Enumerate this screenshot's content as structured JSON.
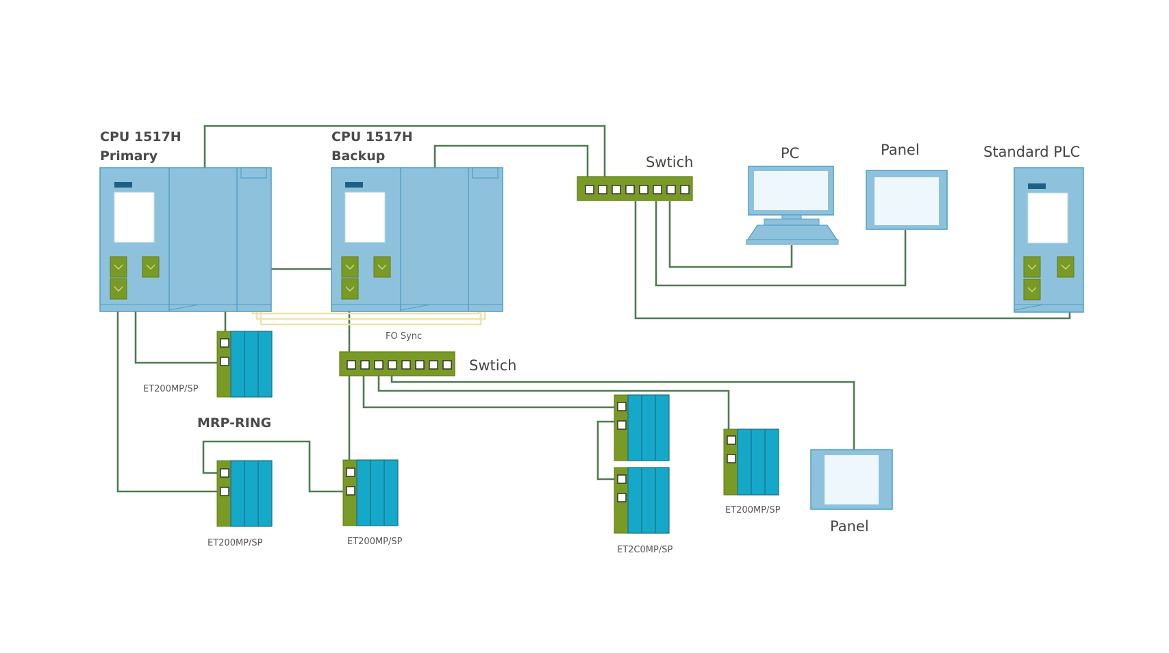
{
  "labels": {
    "cpu_primary_line1": "CPU 1517H",
    "cpu_primary_line2": "Primary",
    "cpu_backup_line1": "CPU 1517H",
    "cpu_backup_line2": "Backup",
    "switch_top": "Swtich",
    "switch_mid": "Swtich",
    "pc": "PC",
    "panel_top": "Panel",
    "panel_bottom": "Panel",
    "standard_plc": "Standard PLC",
    "fo_sync": "FO Sync",
    "mrp_ring": "MRP-RING",
    "io_1": "ET200MP/SP",
    "io_2": "ET200MP/SP",
    "io_3": "ET200MP/SP",
    "io_4": "ET2C0MP/SP",
    "io_5": "ET200MP/SP"
  },
  "colors": {
    "cpu_body": "#8ec2dc",
    "cpu_border": "#4f9ec4",
    "port_green": "#7a9a26",
    "io_teal": "#16a8c8",
    "wire": "#4f7a52",
    "fo_sync": "#efe2a8",
    "screen": "#eef7fb"
  }
}
